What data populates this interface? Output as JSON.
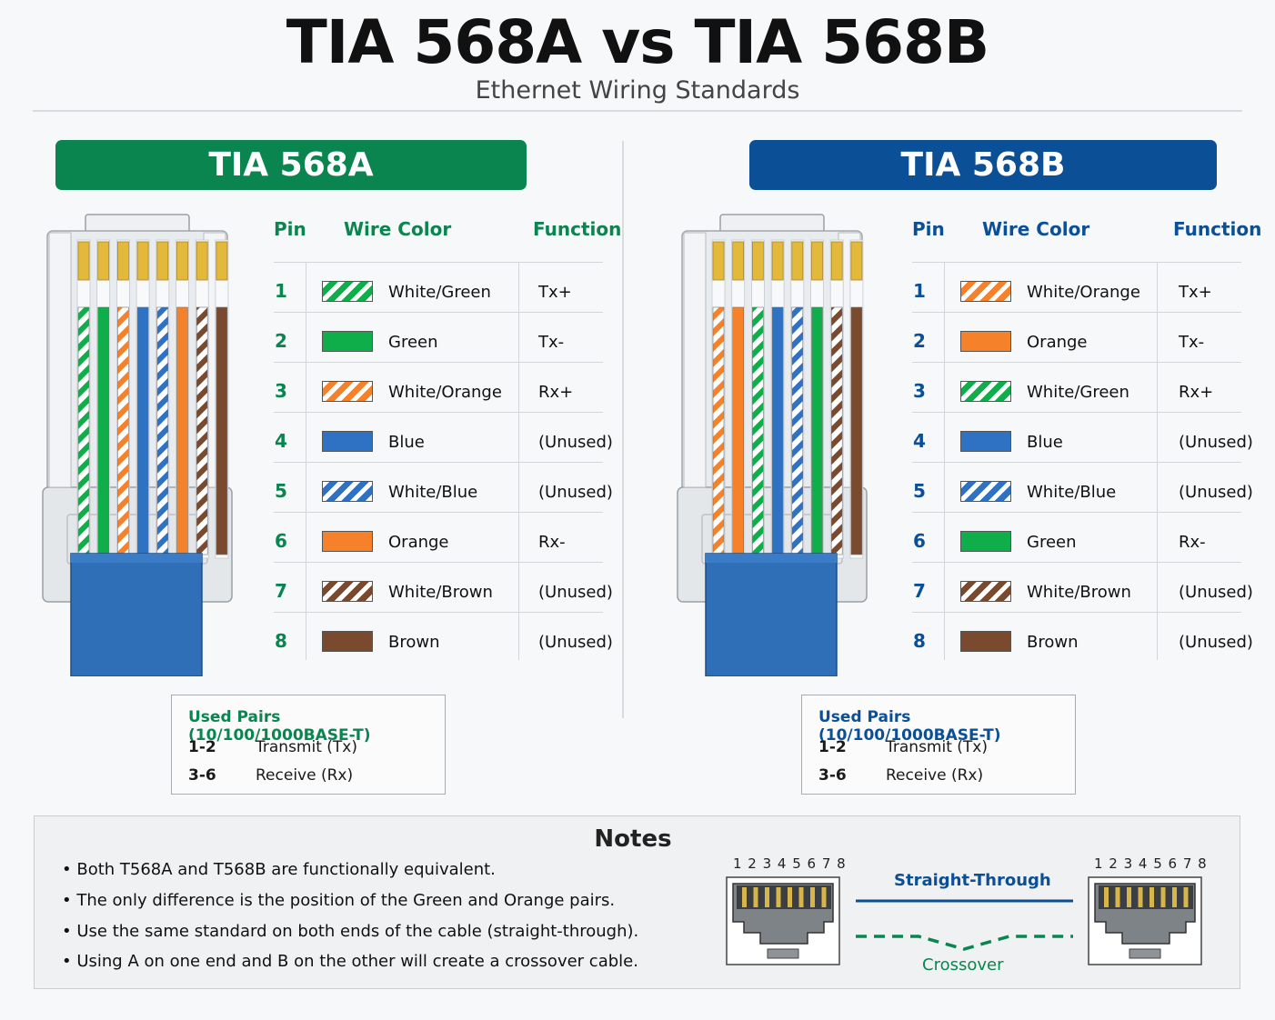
{
  "title": "TIA 568A vs TIA 568B",
  "subtitle": "Ethernet Wiring Standards",
  "colors": {
    "green": "#0fae4a",
    "orange": "#f5822a",
    "blue": "#2f72c4",
    "brown": "#7a4a2e",
    "a_accent": "#0a8550",
    "b_accent": "#0b4f96"
  },
  "standards": [
    {
      "name": "TIA 568A",
      "headers": {
        "pin": "Pin",
        "color": "Wire Color",
        "function": "Function"
      },
      "rows": [
        {
          "pin": "1",
          "color_name": "White/Green",
          "base": "green",
          "striped": true,
          "function": "Tx+"
        },
        {
          "pin": "2",
          "color_name": "Green",
          "base": "green",
          "striped": false,
          "function": "Tx-"
        },
        {
          "pin": "3",
          "color_name": "White/Orange",
          "base": "orange",
          "striped": true,
          "function": "Rx+"
        },
        {
          "pin": "4",
          "color_name": "Blue",
          "base": "blue",
          "striped": false,
          "function": "(Unused)"
        },
        {
          "pin": "5",
          "color_name": "White/Blue",
          "base": "blue",
          "striped": true,
          "function": "(Unused)"
        },
        {
          "pin": "6",
          "color_name": "Orange",
          "base": "orange",
          "striped": false,
          "function": "Rx-"
        },
        {
          "pin": "7",
          "color_name": "White/Brown",
          "base": "brown",
          "striped": true,
          "function": "(Unused)"
        },
        {
          "pin": "8",
          "color_name": "Brown",
          "base": "brown",
          "striped": false,
          "function": "(Unused)"
        }
      ],
      "pairs": {
        "title": "Used Pairs (10/100/1000BASE-T)",
        "items": [
          {
            "pins": "1-2",
            "label": "Transmit (Tx)"
          },
          {
            "pins": "3-6",
            "label": "Receive (Rx)"
          }
        ]
      }
    },
    {
      "name": "TIA 568B",
      "headers": {
        "pin": "Pin",
        "color": "Wire Color",
        "function": "Function"
      },
      "rows": [
        {
          "pin": "1",
          "color_name": "White/Orange",
          "base": "orange",
          "striped": true,
          "function": "Tx+"
        },
        {
          "pin": "2",
          "color_name": "Orange",
          "base": "orange",
          "striped": false,
          "function": "Tx-"
        },
        {
          "pin": "3",
          "color_name": "White/Green",
          "base": "green",
          "striped": true,
          "function": "Rx+"
        },
        {
          "pin": "4",
          "color_name": "Blue",
          "base": "blue",
          "striped": false,
          "function": "(Unused)"
        },
        {
          "pin": "5",
          "color_name": "White/Blue",
          "base": "blue",
          "striped": true,
          "function": "(Unused)"
        },
        {
          "pin": "6",
          "color_name": "Green",
          "base": "green",
          "striped": false,
          "function": "Rx-"
        },
        {
          "pin": "7",
          "color_name": "White/Brown",
          "base": "brown",
          "striped": true,
          "function": "(Unused)"
        },
        {
          "pin": "8",
          "color_name": "Brown",
          "base": "brown",
          "striped": false,
          "function": "(Unused)"
        }
      ],
      "pairs": {
        "title": "Used Pairs (10/100/1000BASE-T)",
        "items": [
          {
            "pins": "1-2",
            "label": "Transmit (Tx)"
          },
          {
            "pins": "3-6",
            "label": "Receive (Rx)"
          }
        ]
      }
    }
  ],
  "notes": {
    "title": "Notes",
    "bullets": [
      "• Both T568A and T568B are functionally equivalent.",
      "• The only difference is the position of the Green and Orange pairs.",
      "• Use the same standard on both ends of the cable (straight-through).",
      "• Using A on one end and B on the other will create a crossover cable."
    ],
    "pin_numbers": "1 2 3 4 5 6 7 8",
    "straight_label": "Straight-Through",
    "crossover_label": "Crossover"
  }
}
